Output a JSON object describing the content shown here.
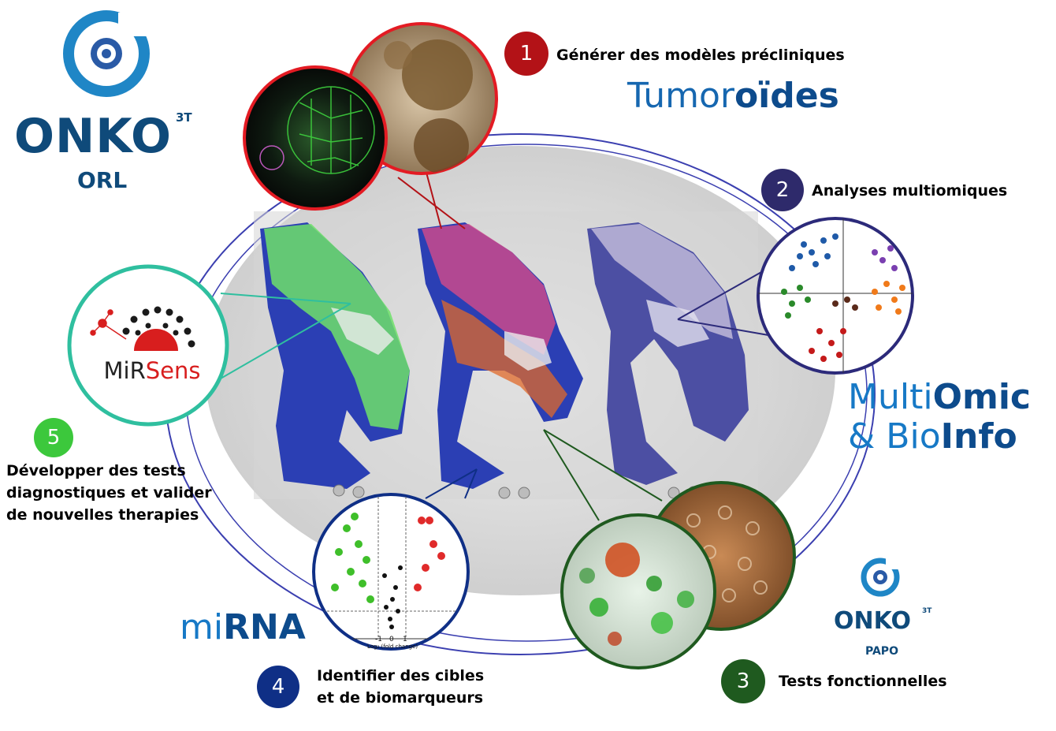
{
  "logo_top": {
    "brand": "ONKO",
    "superscript": "3T",
    "sub": "ORL"
  },
  "logo_bottom": {
    "brand": "ONKO",
    "superscript": "3T",
    "sub": "PAPO"
  },
  "mirsens": {
    "part1": "MiR",
    "part2": "Sens"
  },
  "steps": [
    {
      "num": "1",
      "lines": [
        "Générer des modèles précliniques"
      ]
    },
    {
      "num": "2",
      "lines": [
        "Analyses multiomiques"
      ]
    },
    {
      "num": "3",
      "lines": [
        "Tests fonctionnelles"
      ]
    },
    {
      "num": "4",
      "lines": [
        "Identifier des cibles",
        "et de biomarqueurs"
      ]
    },
    {
      "num": "5",
      "lines": [
        "Développer des tests",
        "diagnostiques et valider",
        "de nouvelles therapies"
      ]
    }
  ],
  "labels": {
    "tumoroides": {
      "a": "Tumor",
      "b": "oïdes"
    },
    "multiomic": {
      "a": "Multi",
      "b": "Omic"
    },
    "bioinfo": {
      "a": "& Bio",
      "b": "Info"
    },
    "mirna": {
      "a": "mi",
      "b": "RNA"
    }
  },
  "volcano": {
    "xlabel": "Log₂ (fold change)",
    "ticks": [
      "-1",
      "0",
      "1"
    ]
  },
  "colors": {
    "step1": "#b31217",
    "step2": "#2e2a6b",
    "step3": "#1f5a1f",
    "step4": "#0f2f86",
    "step5": "#3cc83c",
    "tumoroid_ring": "#e31b23",
    "multiomic_ring": "#2c2a7a",
    "mirna_ring": "#0f2f86",
    "tests_ring": "#1f5a1f",
    "mirsens_ring": "#2fbf9f",
    "title_dark": "#0d4b8c",
    "title_mid": "#1779c6"
  }
}
